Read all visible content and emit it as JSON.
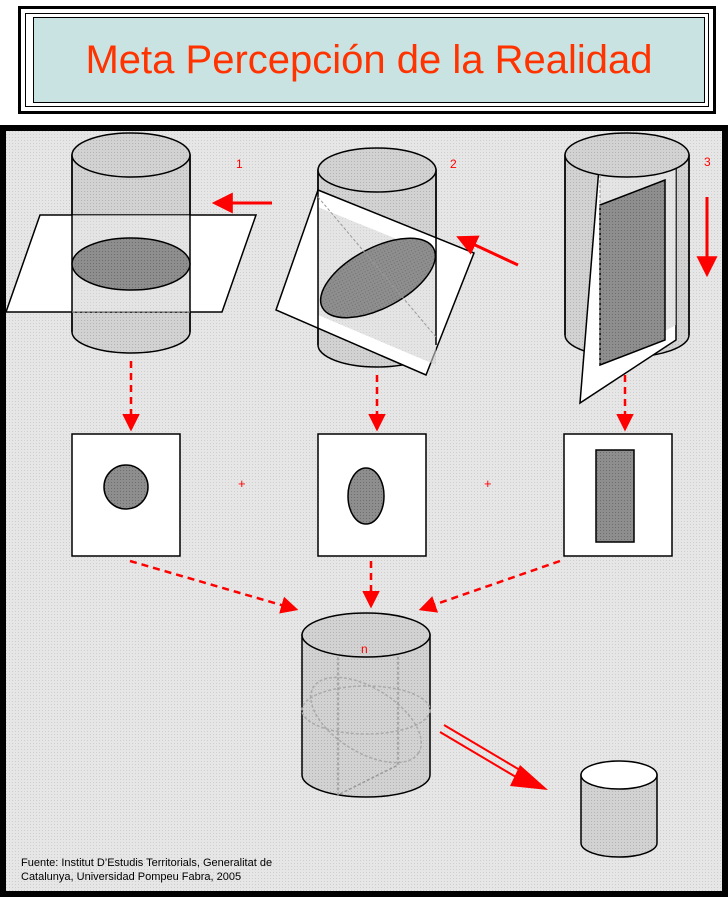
{
  "title": "Meta Percepción de la Realidad",
  "labels": {
    "step1": "1",
    "step2": "2",
    "step3": "3",
    "result": "n",
    "plus1": "+",
    "plus2": "+"
  },
  "source": {
    "line1": "Fuente: Institut D’Estudis Territorials, Generalitat de",
    "line2": "Catalunya, Universidad Pompeu Fabra, 2005"
  },
  "colors": {
    "accent": "#ff0000",
    "title_text": "#ff3300",
    "title_bg": "#c9e3e3",
    "panel_bg": "#e4e4e4",
    "cylinder": "#cdcdcd",
    "section": "#8c8c8c"
  }
}
